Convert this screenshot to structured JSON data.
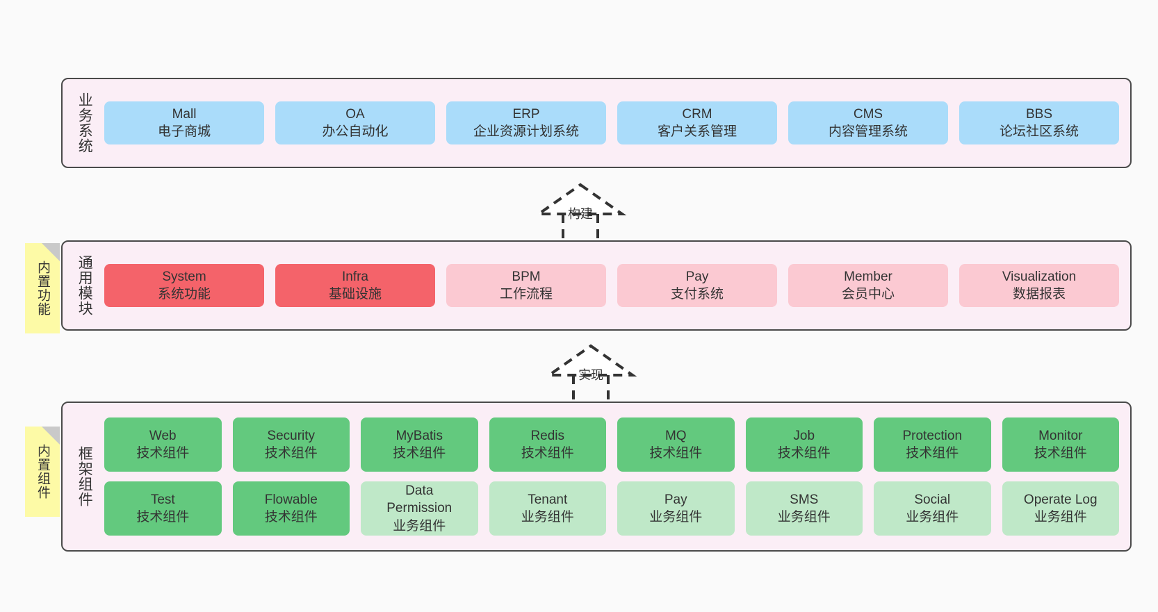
{
  "diagram": {
    "background": "#fafafa",
    "layer_fill": "#fbeef6",
    "layer_border": "#4a4a4a",
    "note_fill": "#fdfaa6"
  },
  "layers": [
    {
      "id": "business-system",
      "title": "业务系统",
      "rows": [
        {
          "cells": [
            {
              "en": "Mall",
              "cn": "电子商城",
              "color": "#aadcfa",
              "variant": "c-blue"
            },
            {
              "en": "OA",
              "cn": "办公自动化",
              "color": "#aadcfa",
              "variant": "c-blue"
            },
            {
              "en": "ERP",
              "cn": "企业资源计划系统",
              "color": "#aadcfa",
              "variant": "c-blue"
            },
            {
              "en": "CRM",
              "cn": "客户关系管理",
              "color": "#aadcfa",
              "variant": "c-blue"
            },
            {
              "en": "CMS",
              "cn": "内容管理系统",
              "color": "#aadcfa",
              "variant": "c-blue"
            },
            {
              "en": "BBS",
              "cn": "论坛社区系统",
              "color": "#aadcfa",
              "variant": "c-blue"
            }
          ]
        }
      ]
    },
    {
      "id": "common-module",
      "title": "通用模块",
      "note": "内置功能",
      "rows": [
        {
          "cells": [
            {
              "en": "System",
              "cn": "系统功能",
              "color": "#f4636a",
              "variant": "c-red"
            },
            {
              "en": "Infra",
              "cn": "基础设施",
              "color": "#f4636a",
              "variant": "c-red"
            },
            {
              "en": "BPM",
              "cn": "工作流程",
              "color": "#fbc9d2",
              "variant": "c-pink"
            },
            {
              "en": "Pay",
              "cn": "支付系统",
              "color": "#fbc9d2",
              "variant": "c-pink"
            },
            {
              "en": "Member",
              "cn": "会员中心",
              "color": "#fbc9d2",
              "variant": "c-pink"
            },
            {
              "en": "Visualization",
              "cn": "数据报表",
              "color": "#fbc9d2",
              "variant": "c-pink"
            }
          ]
        }
      ]
    },
    {
      "id": "framework-component",
      "title": "框架组件",
      "note": "内置组件",
      "rows": [
        {
          "cells": [
            {
              "en": "Web",
              "cn": "技术组件",
              "color": "#63c97e",
              "variant": "c-green"
            },
            {
              "en": "Security",
              "cn": "技术组件",
              "color": "#63c97e",
              "variant": "c-green"
            },
            {
              "en": "MyBatis",
              "cn": "技术组件",
              "color": "#63c97e",
              "variant": "c-green"
            },
            {
              "en": "Redis",
              "cn": "技术组件",
              "color": "#63c97e",
              "variant": "c-green"
            },
            {
              "en": "MQ",
              "cn": "技术组件",
              "color": "#63c97e",
              "variant": "c-green"
            },
            {
              "en": "Job",
              "cn": "技术组件",
              "color": "#63c97e",
              "variant": "c-green"
            },
            {
              "en": "Protection",
              "cn": "技术组件",
              "color": "#63c97e",
              "variant": "c-green"
            },
            {
              "en": "Monitor",
              "cn": "技术组件",
              "color": "#63c97e",
              "variant": "c-green"
            }
          ]
        },
        {
          "cells": [
            {
              "en": "Test",
              "cn": "技术组件",
              "color": "#63c97e",
              "variant": "c-green"
            },
            {
              "en": "Flowable",
              "cn": "技术组件",
              "color": "#63c97e",
              "variant": "c-green"
            },
            {
              "en": "Data Permission",
              "cn": "业务组件",
              "color": "#bfe8c8",
              "variant": "c-greenlight"
            },
            {
              "en": "Tenant",
              "cn": "业务组件",
              "color": "#bfe8c8",
              "variant": "c-greenlight"
            },
            {
              "en": "Pay",
              "cn": "业务组件",
              "color": "#bfe8c8",
              "variant": "c-greenlight"
            },
            {
              "en": "SMS",
              "cn": "业务组件",
              "color": "#bfe8c8",
              "variant": "c-greenlight"
            },
            {
              "en": "Social",
              "cn": "业务组件",
              "color": "#bfe8c8",
              "variant": "c-greenlight"
            },
            {
              "en": "Operate Log",
              "cn": "业务组件",
              "color": "#bfe8c8",
              "variant": "c-greenlight"
            }
          ]
        }
      ]
    }
  ],
  "connectors": [
    {
      "id": "build",
      "label": "构建"
    },
    {
      "id": "implement",
      "label": "实现"
    }
  ]
}
